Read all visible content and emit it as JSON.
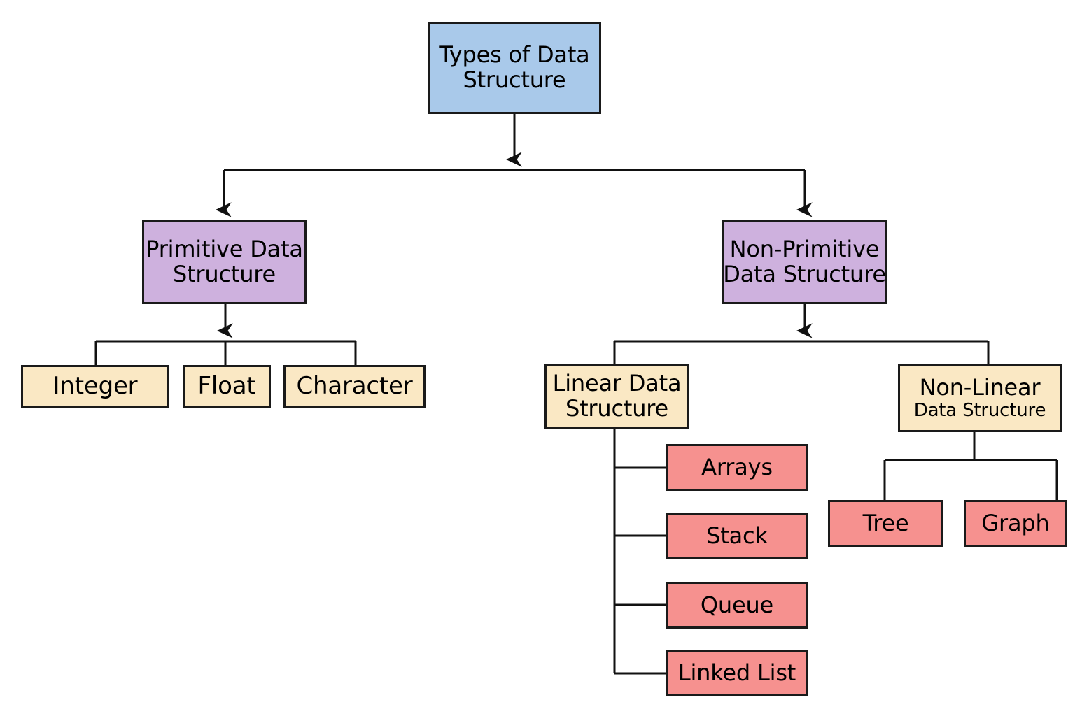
{
  "diagram": {
    "title": "Types of Data Structure",
    "type": "hierarchy-tree",
    "background_color": "#ffffff",
    "edge_color": "#111111",
    "palette": {
      "root": "#a9c9ea",
      "level1": "#ceb1de",
      "level2": "#fae8c4",
      "leaf": "#f6918f",
      "border": "#1a1a1a",
      "text": "#000000"
    },
    "nodes": {
      "root": {
        "label_line1": "Types of Data",
        "label_line2": "Structure",
        "color": "#a9c9ea"
      },
      "primitive": {
        "label_line1": "Primitive Data",
        "label_line2": "Structure",
        "color": "#ceb1de"
      },
      "non_primitive": {
        "label_line1": "Non-Primitive",
        "label_line2": "Data Structure",
        "color": "#ceb1de"
      },
      "integer": {
        "label": "Integer",
        "color": "#fae8c4"
      },
      "float": {
        "label": "Float",
        "color": "#fae8c4"
      },
      "character": {
        "label": "Character",
        "color": "#fae8c4"
      },
      "linear": {
        "label_line1": "Linear Data",
        "label_line2": "Structure",
        "color": "#fae8c4"
      },
      "non_linear": {
        "label_line1": "Non-Linear",
        "label_line2": "Data Structure",
        "color": "#fae8c4"
      },
      "arrays": {
        "label": "Arrays",
        "color": "#f6918f"
      },
      "stack": {
        "label": "Stack",
        "color": "#f6918f"
      },
      "queue": {
        "label": "Queue",
        "color": "#f6918f"
      },
      "linked_list": {
        "label": "Linked List",
        "color": "#f6918f"
      },
      "tree": {
        "label": "Tree",
        "color": "#f6918f"
      },
      "graph": {
        "label": "Graph",
        "color": "#f6918f"
      }
    },
    "edges": [
      {
        "from": "root",
        "to": "primitive",
        "arrow": true
      },
      {
        "from": "root",
        "to": "non_primitive",
        "arrow": true
      },
      {
        "from": "primitive",
        "to": "integer",
        "arrow": false
      },
      {
        "from": "primitive",
        "to": "float",
        "arrow": false
      },
      {
        "from": "primitive",
        "to": "character",
        "arrow": false
      },
      {
        "from": "non_primitive",
        "to": "linear",
        "arrow": false
      },
      {
        "from": "non_primitive",
        "to": "non_linear",
        "arrow": false
      },
      {
        "from": "linear",
        "to": "arrays",
        "arrow": false
      },
      {
        "from": "linear",
        "to": "stack",
        "arrow": false
      },
      {
        "from": "linear",
        "to": "queue",
        "arrow": false
      },
      {
        "from": "linear",
        "to": "linked_list",
        "arrow": false
      },
      {
        "from": "non_linear",
        "to": "tree",
        "arrow": false
      },
      {
        "from": "non_linear",
        "to": "graph",
        "arrow": false
      }
    ]
  }
}
